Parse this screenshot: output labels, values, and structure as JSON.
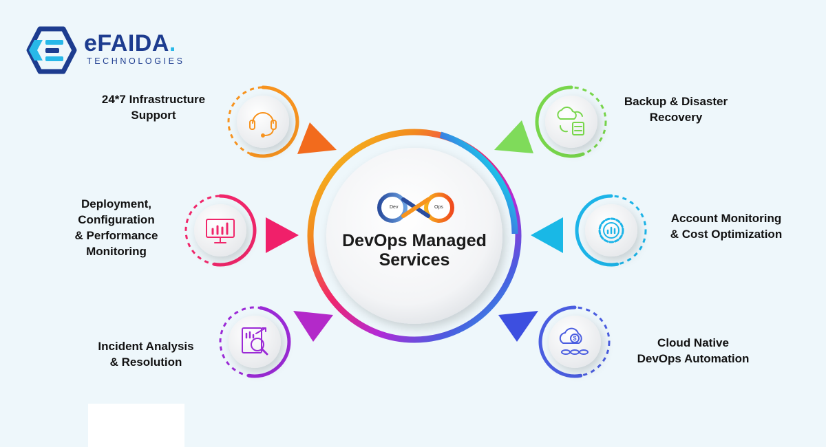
{
  "brand": {
    "name": "eFAIDA",
    "dot": ".",
    "subtitle": "TECHNOLOGIES"
  },
  "center": {
    "title_lines": [
      "DevOps Managed",
      "Services"
    ],
    "loop_left": "Dev",
    "loop_right": "Ops"
  },
  "services": [
    {
      "name": "24*7 Infrastructure Support",
      "lines": [
        "24*7 Infrastructure",
        "Support"
      ],
      "icon": "headset-icon",
      "color": "#f7931e"
    },
    {
      "name": "Deployment, Configuration & Performance Monitoring",
      "lines": [
        "Deployment,",
        "Configuration",
        "& Performance",
        "Monitoring"
      ],
      "icon": "monitor-chart-icon",
      "color": "#f0266a"
    },
    {
      "name": "Incident Analysis & Resolution",
      "lines": [
        "Incident Analysis",
        "& Resolution"
      ],
      "icon": "report-analysis-icon",
      "color": "#9b2ad6"
    },
    {
      "name": "Backup & Disaster Recovery",
      "lines": [
        "Backup & Disaster",
        "Recovery"
      ],
      "icon": "cloud-backup-icon",
      "color": "#78d64b"
    },
    {
      "name": "Account Monitoring & Cost Optimization",
      "lines": [
        "Account Monitoring",
        "& Cost Optimization"
      ],
      "icon": "gear-chart-icon",
      "color": "#1cb4e8"
    },
    {
      "name": "Cloud Native DevOps Automation",
      "lines": [
        "Cloud Native",
        "DevOps Automation"
      ],
      "icon": "cloud-cost-icon",
      "color": "#4a5de0"
    }
  ]
}
